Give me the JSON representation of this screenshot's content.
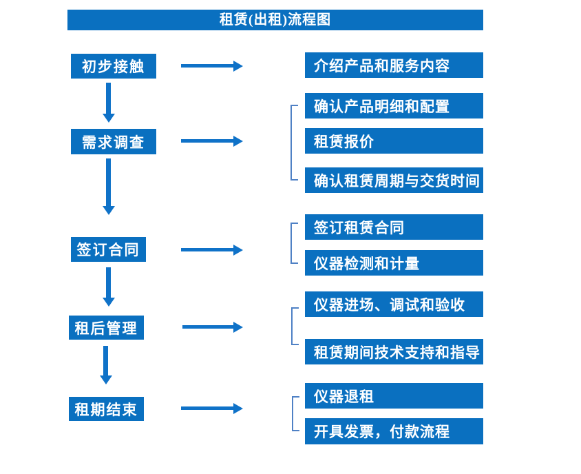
{
  "title": "租赁(出租)流程图",
  "colors": {
    "box_fill": "#0a70c0",
    "arrow": "#0f72c8",
    "bracket": "#4f81c5",
    "text": "#ffffff",
    "background": "#ffffff"
  },
  "steps": [
    {
      "label": "初步接触",
      "details": [
        "介绍产品和服务内容"
      ]
    },
    {
      "label": "需求调查",
      "details": [
        "确认产品明细和配置",
        "租赁报价",
        "确认租赁周期与交货时间"
      ]
    },
    {
      "label": "签订合同",
      "details": [
        "签订租赁合同",
        "仪器检测和计量"
      ]
    },
    {
      "label": "租后管理",
      "details": [
        "仪器进场、调试和验收",
        "租赁期间技术支持和指导"
      ]
    },
    {
      "label": "租期结束",
      "details": [
        "仪器退租",
        "开具发票，付款流程"
      ]
    }
  ]
}
